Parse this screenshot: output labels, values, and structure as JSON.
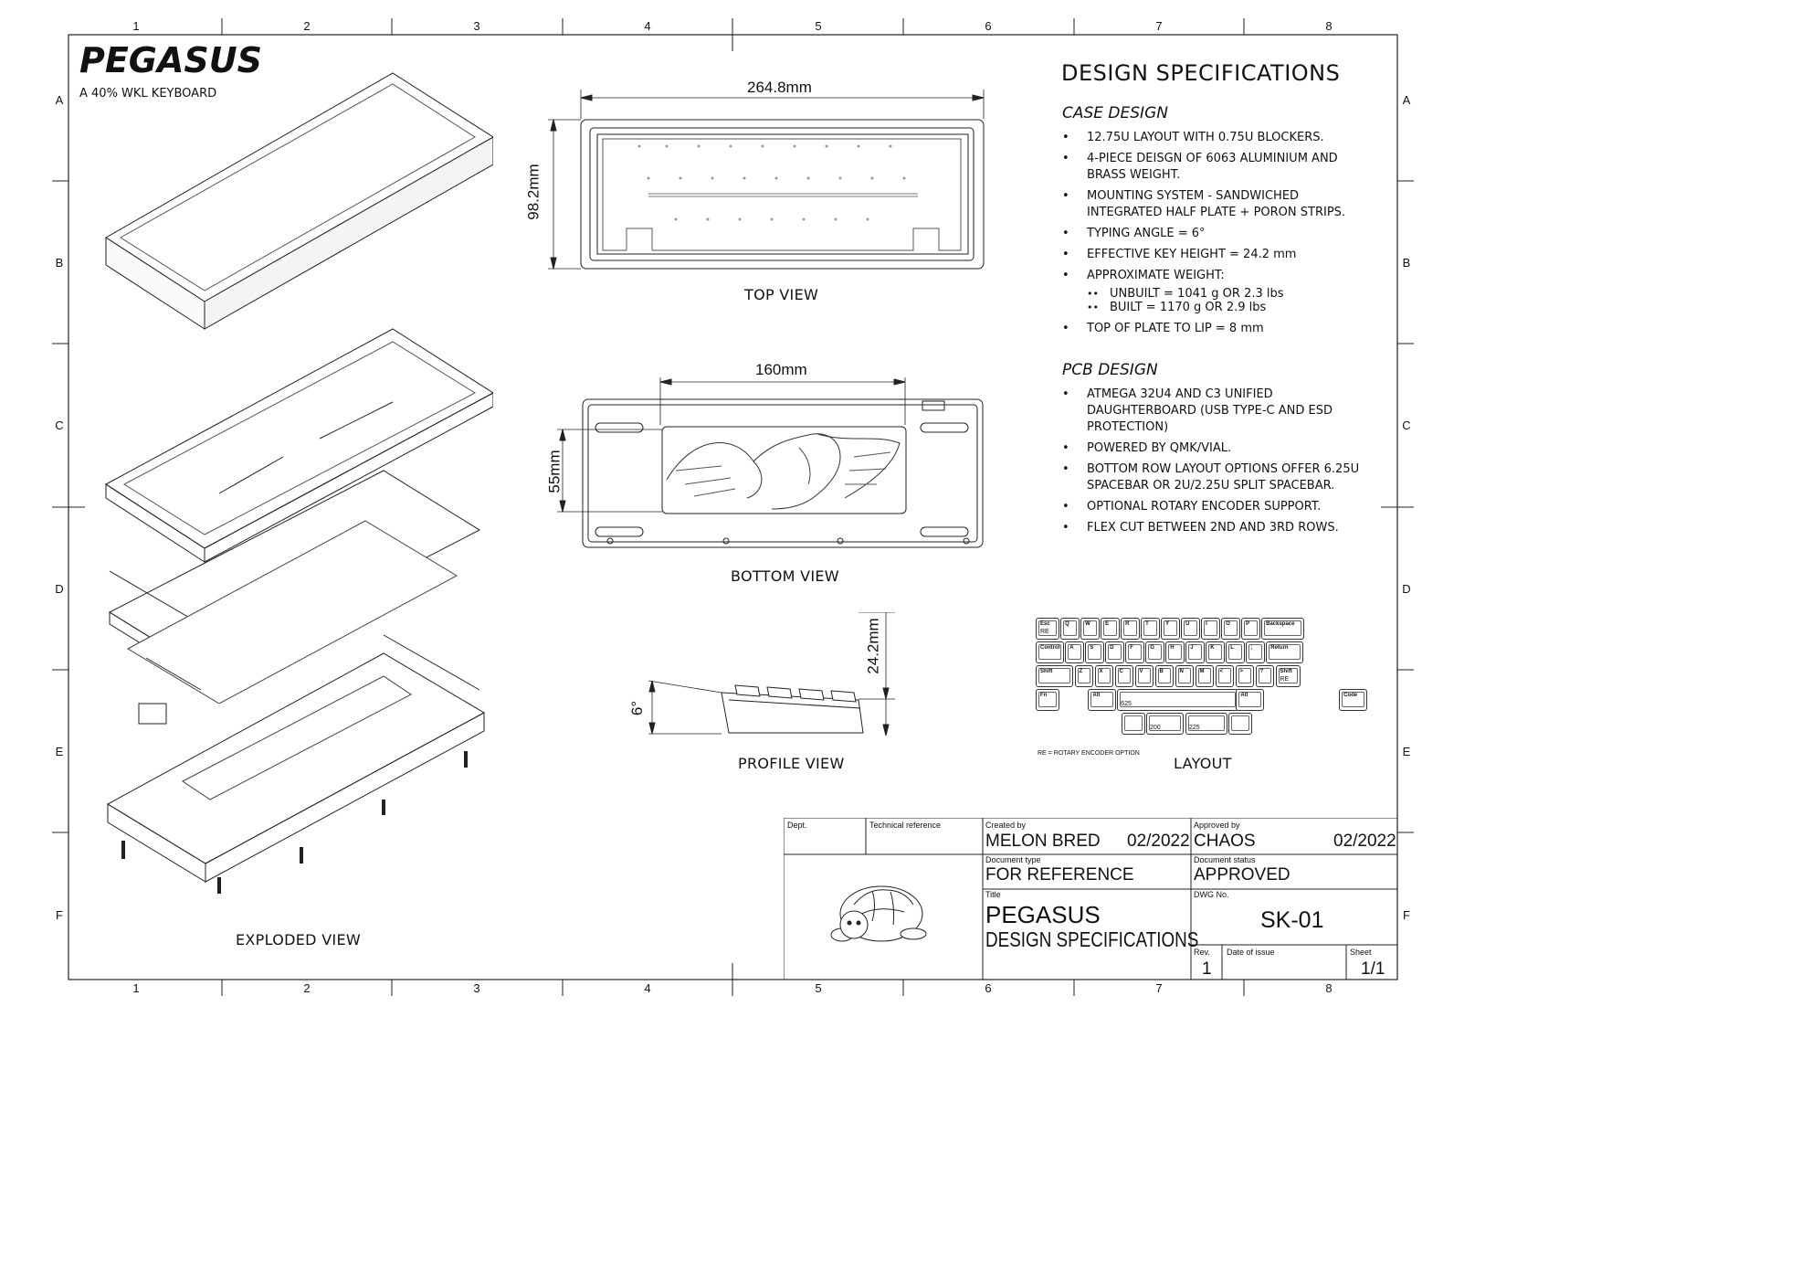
{
  "grid": {
    "columns": [
      "1",
      "2",
      "3",
      "4",
      "5",
      "6",
      "7",
      "8"
    ],
    "rows": [
      "A",
      "B",
      "C",
      "D",
      "E",
      "F"
    ]
  },
  "header": {
    "title": "PEGASUS",
    "subtitle": "A 40% WKL KEYBOARD"
  },
  "views": {
    "exploded": "EXPLODED VIEW",
    "top": "TOP VIEW",
    "bottom": "BOTTOM VIEW",
    "profile": "PROFILE VIEW",
    "layout": "LAYOUT"
  },
  "dimensions": {
    "top_width": "264.8mm",
    "top_height": "98.2mm",
    "bottom_feature": "160mm",
    "bottom_height": "55mm",
    "profile_height": "24.2mm",
    "profile_angle": "6°"
  },
  "specs": {
    "title": "DESIGN SPECIFICATIONS",
    "case_heading": "CASE DESIGN",
    "case_items": [
      "12.75U LAYOUT WITH 0.75U BLOCKERS.",
      "4-PIECE DEISGN OF 6063 ALUMINIUM AND",
      "BRASS WEIGHT.",
      "MOUNTING SYSTEM - SANDWICHED",
      "INTEGRATED HALF PLATE + PORON STRIPS.",
      "TYPING ANGLE = 6°",
      "EFFECTIVE KEY HEIGHT = 24.2 mm",
      "APPROXIMATE WEIGHT:",
      "UNBUILT = 1041 g OR 2.3 lbs",
      "BUILT = 1170 g OR 2.9 lbs",
      "TOP OF PLATE TO LIP = 8 mm"
    ],
    "pcb_heading": "PCB DESIGN",
    "pcb_items": [
      "ATMEGA 32U4 AND C3 UNIFIED",
      "DAUGHTERBOARD (USB TYPE-C AND ESD",
      "PROTECTION)",
      "POWERED BY QMK/VIAL.",
      "BOTTOM ROW LAYOUT OPTIONS OFFER 6.25U",
      "SPACEBAR OR 2U/2.25U SPLIT SPACEBAR.",
      "OPTIONAL ROTARY ENCODER SUPPORT.",
      "FLEX CUT BETWEEN 2ND AND 3RD ROWS."
    ]
  },
  "layout_diagram": {
    "row1": [
      "Esc",
      "Q",
      "W",
      "E",
      "R",
      "T",
      "Y",
      "U",
      "I",
      "O",
      "P",
      "Backspace"
    ],
    "row2": [
      "Control",
      "A",
      "S",
      "D",
      "F",
      "G",
      "H",
      "J",
      "K",
      "L",
      ";",
      "Return"
    ],
    "row3": [
      "Shift",
      "Z",
      "X",
      "C",
      "V",
      "B",
      "N",
      "M",
      "<",
      ">",
      "?",
      "Shift"
    ],
    "row4": [
      "Fn",
      "Alt",
      "Alt",
      "Code"
    ],
    "esc_sub": "RE",
    "shift_sub": "RE",
    "space_625": "625",
    "space_200": "200",
    "space_225": "225",
    "note": "RE = ROTARY ENCODER OPTION"
  },
  "title_block": {
    "dept_label": "Dept.",
    "tech_ref_label": "Technical reference",
    "created_label": "Created by",
    "created_by": "MELON BRED",
    "created_date": "02/2022",
    "approved_label": "Approved by",
    "approved_by": "CHAOS",
    "approved_date": "02/2022",
    "doc_type_label": "Document type",
    "doc_type": "FOR REFERENCE",
    "doc_status_label": "Document status",
    "doc_status": "APPROVED",
    "title_label": "Title",
    "title_line1": "PEGASUS",
    "title_line2": "DESIGN SPECIFICATIONS",
    "dwg_label": "DWG No.",
    "dwg_no": "SK-01",
    "rev_label": "Rev.",
    "rev": "1",
    "date_issue_label": "Date of issue",
    "sheet_label": "Sheet",
    "sheet": "1/1"
  }
}
